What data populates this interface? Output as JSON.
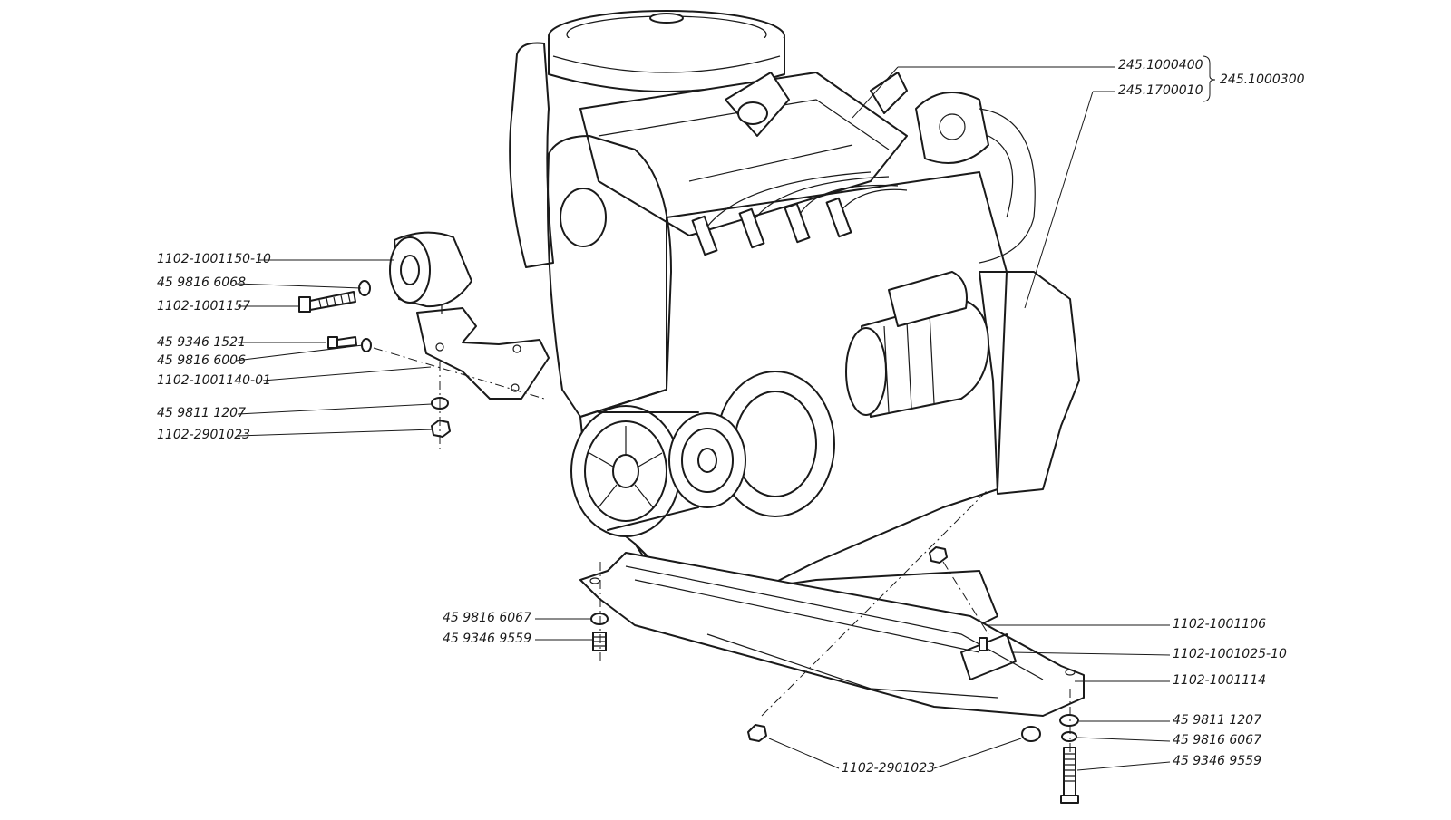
{
  "colors": {
    "ink": "#1a1a1a",
    "paper": "#ffffff"
  },
  "labels": {
    "mount_cushion": "1102-1001150-10",
    "washer_6068": "45 9816 6068",
    "bolt_1157": "1102-1001157",
    "bolt_1521": "45 9346 1521",
    "washer_6006": "45 9816 6006",
    "bracket_1140": "1102-1001140-01",
    "washer_1207_left": "45 9811 1207",
    "nut_2901023_left": "1102-2901023",
    "engine_1000400": "245.1000400",
    "ignition_1700010": "245.1700010",
    "assembly_1000300": "245.1000300",
    "washer_6067_left": "45 9816 6067",
    "bolt_9559_left": "45 9346 9559",
    "support_1106": "1102-1001106",
    "cushion_1025": "1102-1001025-10",
    "crossmember_1114": "1102-1001114",
    "washer_1207_right": "45 9811 1207",
    "washer_6067_right": "45 9816 6067",
    "bolt_9559_right": "45 9346 9559",
    "nut_2901023_bottom": "1102-2901023"
  }
}
